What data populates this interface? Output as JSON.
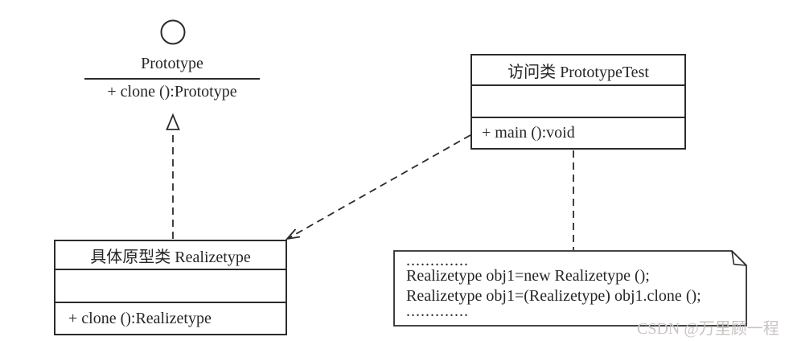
{
  "interface": {
    "name": "Prototype",
    "method": "+ clone ():Prototype"
  },
  "access_class": {
    "title": "访问类 PrototypeTest",
    "attributes": "",
    "method": "+ main ():void"
  },
  "concrete_class": {
    "title": "具体原型类 Realizetype",
    "attributes": "",
    "method": "+ clone ():Realizetype"
  },
  "note": {
    "lines": [
      ".............",
      "Realizetype obj1=new Realizetype ();",
      "Realizetype obj1=(Realizetype) obj1.clone ();",
      "............."
    ]
  },
  "relationships": [
    {
      "from": "Realizetype",
      "to": "Prototype",
      "type": "realization",
      "style": "dashed line, hollow triangle arrowhead"
    },
    {
      "from": "PrototypeTest",
      "to": "Realizetype",
      "type": "dependency",
      "style": "dashed line, open arrowhead"
    },
    {
      "from": "PrototypeTest",
      "to": "note",
      "type": "anchor",
      "style": "dashed line"
    }
  ],
  "watermark": "CSDN @万里顾一程",
  "colors": {
    "line": "#2b2b2b",
    "background": "#ffffff",
    "watermark": "#c9c3c3"
  }
}
